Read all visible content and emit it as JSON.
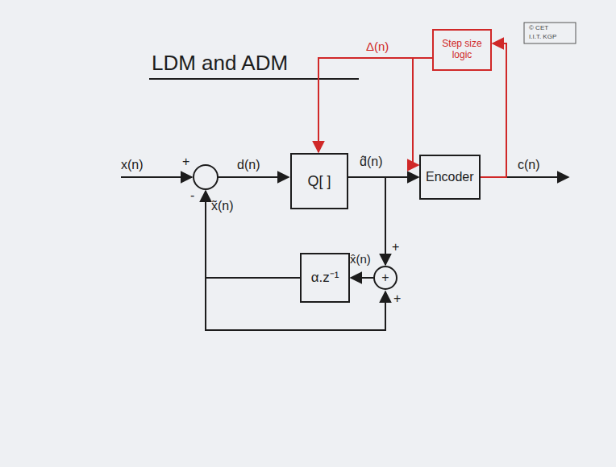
{
  "diagram": {
    "title": "LDM and ADM",
    "nodes": [
      {
        "text": [
          "Step size logic"
        ]
      },
      {
        "text": [
          "Q[ ]"
        ]
      },
      {
        "text": [
          "Encoder"
        ]
      },
      {
        "text": [
          "α.z⁻¹"
        ]
      },
      {
        "text": [
          "+"
        ]
      }
    ],
    "edges": [
      {
        "from": 1,
        "to": 2,
        "arrow": "to"
      },
      {
        "from": 1,
        "to": 4,
        "arrow": "to"
      },
      {
        "from": 4,
        "to": 3,
        "arrow": "to"
      },
      {
        "from": 2,
        "to": 0,
        "arrow": "to"
      },
      {
        "from": 0,
        "to": 1,
        "label": "Δ(n)",
        "arrow": "to"
      },
      {
        "from": 0,
        "to": 2,
        "arrow": "to"
      }
    ],
    "labels": [
      "© CET",
      "I.I.T. KGP",
      "x(n)",
      "+",
      "-",
      "d(n)",
      "x̃(n)",
      "d̂(n)",
      "x̂(n)",
      "+",
      "+",
      "c(n)"
    ]
  }
}
